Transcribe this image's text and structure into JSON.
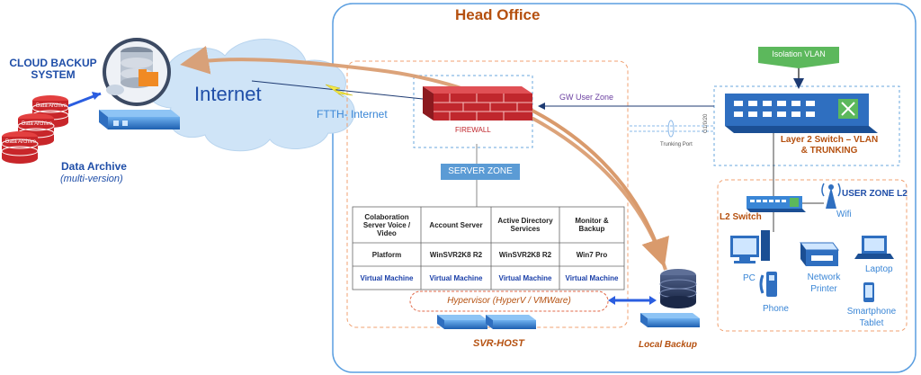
{
  "title": "Head Office",
  "cloud": {
    "label_line1": "CLOUD BACKUP",
    "label_line2": "SYSTEM",
    "internet": "Internet",
    "ftth": "FTTH- Internet"
  },
  "archive": {
    "disk_label": "Data Archive",
    "title": "Data Archive",
    "subtitle": "(multi-version)"
  },
  "isolation_vlan": "Isolation VLAN",
  "firewall": "FIREWALL",
  "gw_zone": "GW User Zone",
  "trunking_port": "Trunking Port",
  "port_label": "G1/0/20",
  "l2_switch_main": {
    "line1": "Layer 2 Switch – VLAN",
    "line2": "& TRUNKING"
  },
  "server_zone": "SERVER ZONE",
  "servers": {
    "headers": [
      "Colaboration Server Voice / Video",
      "Account Server",
      "Active Directory Services",
      "Monitor & Backup"
    ],
    "platform": [
      "Platform",
      "WinSVR2K8 R2",
      "WinSVR2K8 R2",
      "Win7 Pro"
    ],
    "vm": [
      "Virtual Machine",
      "Virtual Machine",
      "Virtual Machine",
      "Virtual Machine"
    ]
  },
  "hypervisor": "Hypervisor (HyperV / VMWare)",
  "svr_host": "SVR-HOST",
  "local_backup": "Local Backup",
  "user_zone": {
    "title": "USER ZONE L2",
    "switch": "L2 Switch",
    "wifi": "Wifi",
    "pc": "PC",
    "phone": "Phone",
    "printer_line1": "Network",
    "printer_line2": "Printer",
    "laptop": "Laptop",
    "smartphone_line1": "Smartphone",
    "smartphone_line2": "Tablet"
  },
  "colors": {
    "border_blue": "#4a90d9",
    "zone_orange": "#f0a070",
    "brown_text": "#b5500f",
    "dark_blue_text": "#1f4ea8",
    "firewall_red": "#c0272d",
    "green": "#5cb85c",
    "arrow_tan": "#d99a6c"
  },
  "icons": [
    "cloud-backup-icon",
    "server-rack-icon",
    "database-disk-icon",
    "firewall-icon",
    "switch-icon",
    "wifi-antenna-icon",
    "pc-icon",
    "phone-icon",
    "printer-icon",
    "laptop-icon",
    "smartphone-icon"
  ]
}
